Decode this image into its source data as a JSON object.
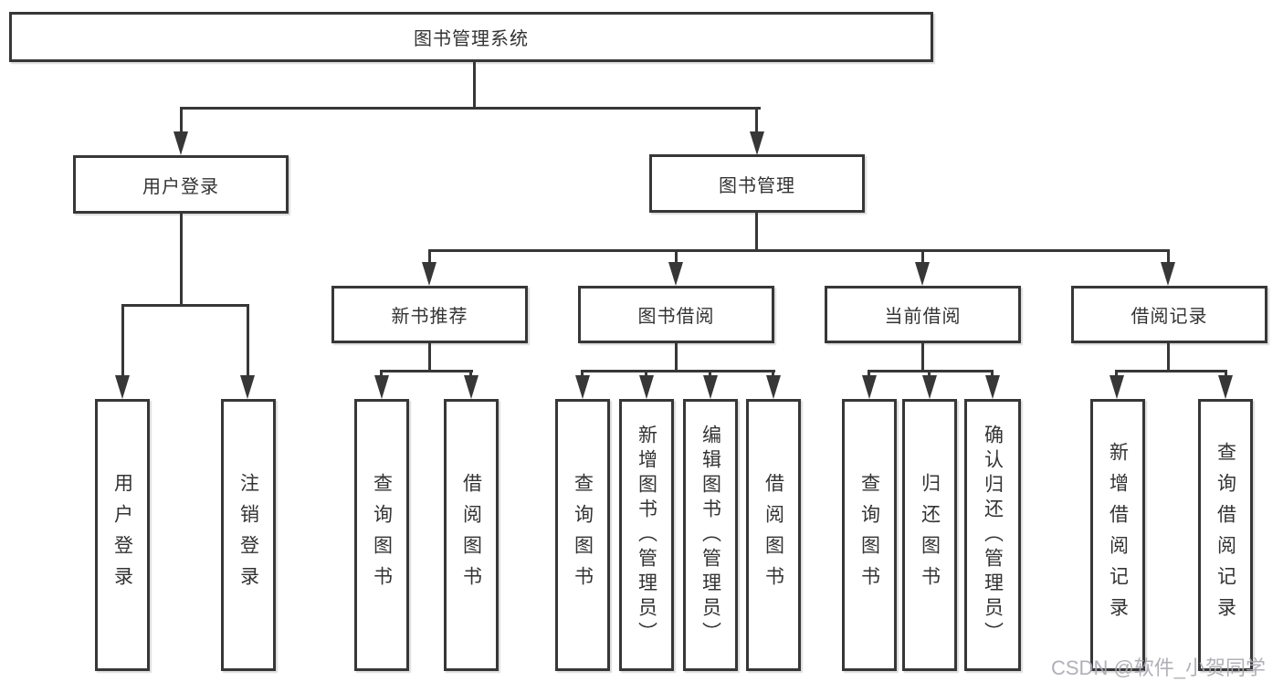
{
  "diagram": {
    "root": {
      "label": "图书管理系统"
    },
    "branches": [
      {
        "label": "用户登录",
        "children": [
          {
            "label": "用户登录"
          },
          {
            "label": "注销登录"
          }
        ]
      },
      {
        "label": "图书管理",
        "children": [
          {
            "label": "新书推荐",
            "children": [
              {
                "label": "查询图书"
              },
              {
                "label": "借阅图书"
              }
            ]
          },
          {
            "label": "图书借阅",
            "children": [
              {
                "label": "查询图书"
              },
              {
                "label": "新增图书（管理员）"
              },
              {
                "label": "编辑图书（管理员）"
              },
              {
                "label": "借阅图书"
              }
            ]
          },
          {
            "label": "当前借阅",
            "children": [
              {
                "label": "查询图书"
              },
              {
                "label": "归还图书"
              },
              {
                "label": "确认归还（管理员）"
              }
            ]
          },
          {
            "label": "借阅记录",
            "children": [
              {
                "label": "新增借阅记录"
              },
              {
                "label": "查询借阅记录"
              }
            ]
          }
        ]
      }
    ]
  },
  "watermark": {
    "text": "CSDN @软件_小贺同学"
  },
  "colors": {
    "line": "#373737",
    "text": "#333333",
    "background": "#ffffff",
    "watermark": "#a8a8b0"
  }
}
